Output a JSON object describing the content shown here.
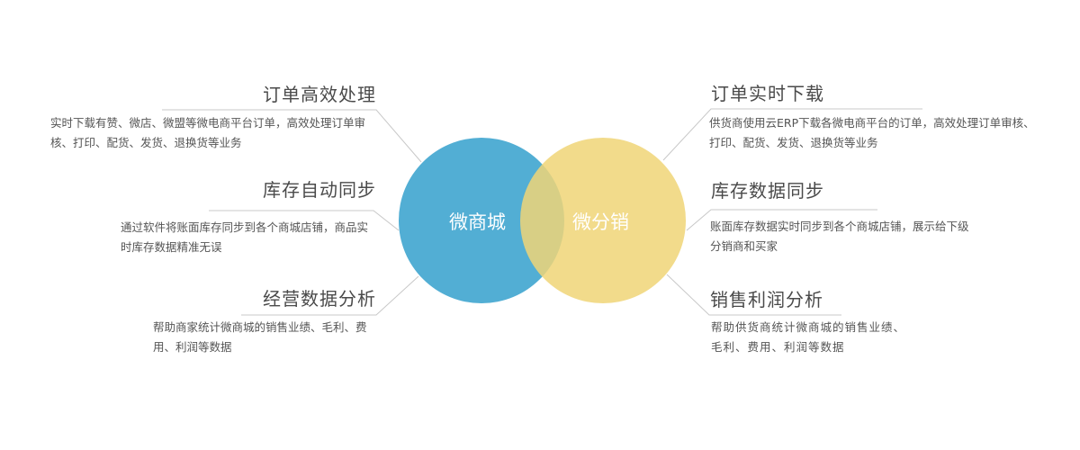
{
  "circles": {
    "left": {
      "label": "微商城",
      "color": "#52aed4"
    },
    "right": {
      "label": "微分销",
      "color": "#f0d577"
    }
  },
  "left_features": [
    {
      "title": "订单高效处理",
      "desc": "实时下载有赞、微店、微盟等微电商平台订单，高效处理订单审核、打印、配货、发货、退换货等业务"
    },
    {
      "title": "库存自动同步",
      "desc": "通过软件将账面库存同步到各个商城店铺，商品实时库存数据精准无误"
    },
    {
      "title": "经营数据分析",
      "desc": "帮助商家统计微商城的销售业绩、毛利、费用、利润等数据"
    }
  ],
  "right_features": [
    {
      "title": "订单实时下载",
      "desc": "供货商使用云ERP下载各微电商平台的订单，高效处理订单审核、打印、配货、发货、退换货等业务"
    },
    {
      "title": "库存数据同步",
      "desc": "账面库存数据实时同步到各个商城店铺，展示给下级分销商和买家"
    },
    {
      "title": "销售利润分析",
      "desc": "帮助供货商统计微商城的销售业绩、毛利、费用、利润等数据"
    }
  ]
}
